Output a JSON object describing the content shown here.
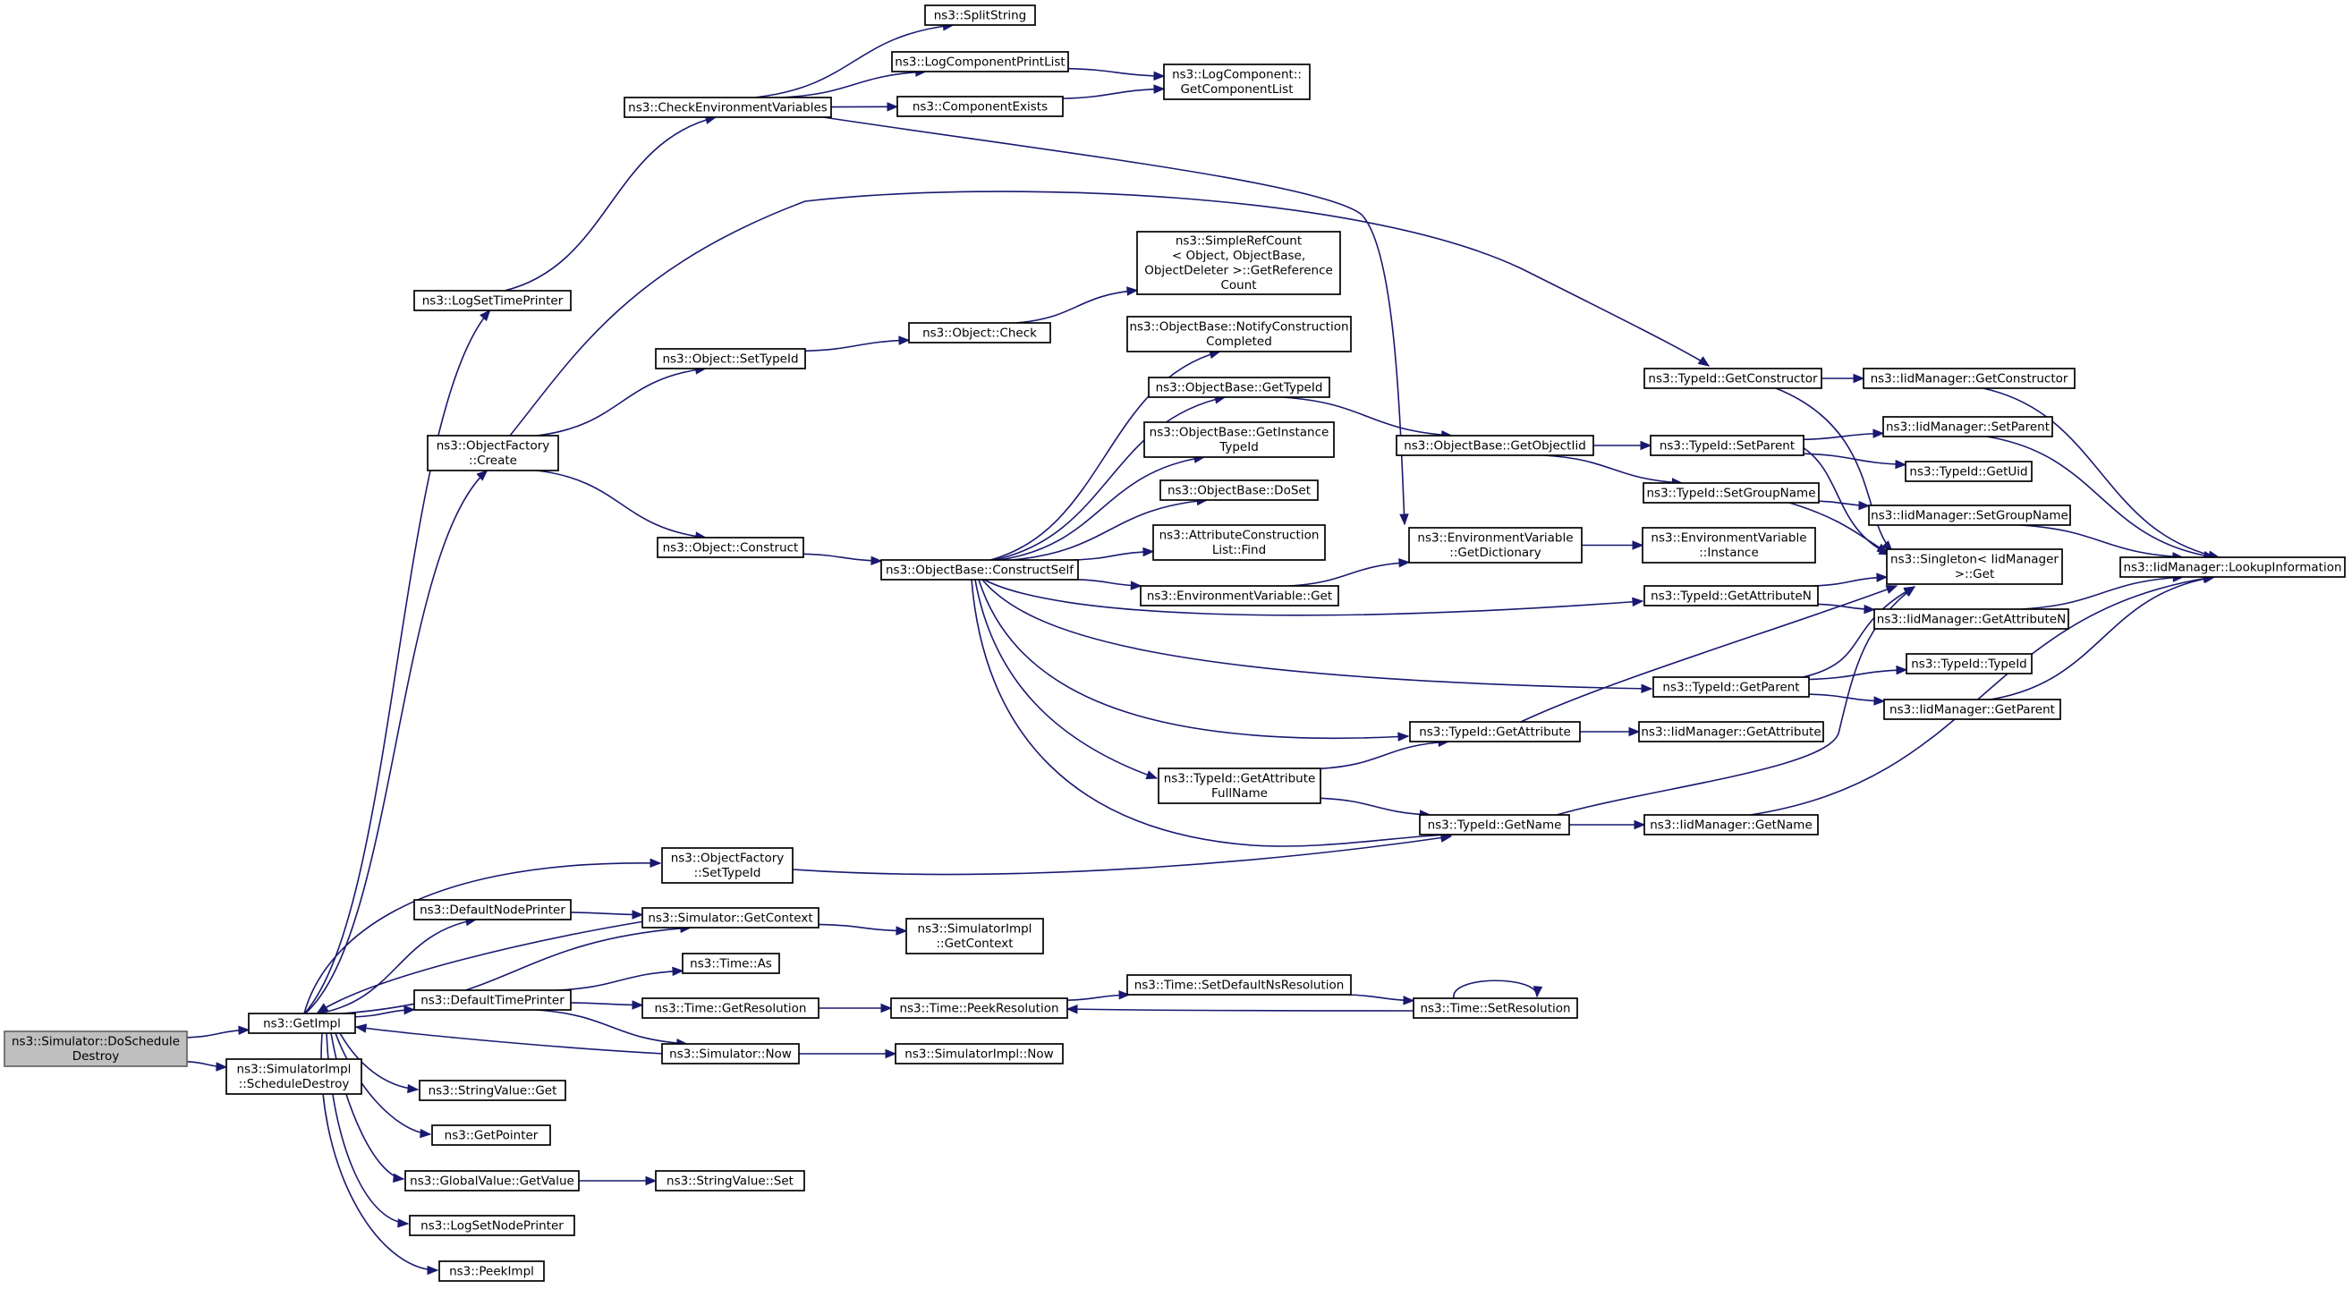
{
  "graph": {
    "type": "call-graph",
    "edge_color": "#191970",
    "root_fill": "#bfbfbf",
    "nodes": [
      {
        "id": "doschedule",
        "lines": [
          "ns3::Simulator::DoSchedule",
          "Destroy"
        ],
        "root": true
      },
      {
        "id": "getimpl",
        "lines": [
          "ns3::GetImpl"
        ]
      },
      {
        "id": "simimpl_scheduledestroy",
        "lines": [
          "ns3::SimulatorImpl",
          "::ScheduleDestroy"
        ]
      },
      {
        "id": "logsettimeprinter",
        "lines": [
          "ns3::LogSetTimePrinter"
        ]
      },
      {
        "id": "objectfactory_create",
        "lines": [
          "ns3::ObjectFactory",
          "::Create"
        ]
      },
      {
        "id": "objectfactory_settypeid",
        "lines": [
          "ns3::ObjectFactory",
          "::SetTypeId"
        ]
      },
      {
        "id": "defaultnodeprinter",
        "lines": [
          "ns3::DefaultNodePrinter"
        ]
      },
      {
        "id": "defaulttimeprinter",
        "lines": [
          "ns3::DefaultTimePrinter"
        ]
      },
      {
        "id": "stringvalue_get",
        "lines": [
          "ns3::StringValue::Get"
        ]
      },
      {
        "id": "getpointer",
        "lines": [
          "ns3::GetPointer"
        ]
      },
      {
        "id": "globalvalue_getvalue",
        "lines": [
          "ns3::GlobalValue::GetValue"
        ]
      },
      {
        "id": "logsetnodeprinter",
        "lines": [
          "ns3::LogSetNodePrinter"
        ]
      },
      {
        "id": "peekimpl",
        "lines": [
          "ns3::PeekImpl"
        ]
      },
      {
        "id": "checkenv",
        "lines": [
          "ns3::CheckEnvironmentVariables"
        ]
      },
      {
        "id": "splitstring",
        "lines": [
          "ns3::SplitString"
        ]
      },
      {
        "id": "logcomponentprintlist",
        "lines": [
          "ns3::LogComponentPrintList"
        ]
      },
      {
        "id": "componentexists",
        "lines": [
          "ns3::ComponentExists"
        ]
      },
      {
        "id": "logcomponent_getlist",
        "lines": [
          "ns3::LogComponent::",
          "GetComponentList"
        ]
      },
      {
        "id": "object_settypeid",
        "lines": [
          "ns3::Object::SetTypeId"
        ]
      },
      {
        "id": "object_check",
        "lines": [
          "ns3::Object::Check"
        ]
      },
      {
        "id": "simplerefcount",
        "lines": [
          "ns3::SimpleRefCount",
          "< Object, ObjectBase,",
          " ObjectDeleter >::GetReference",
          "Count"
        ]
      },
      {
        "id": "object_construct",
        "lines": [
          "ns3::Object::Construct"
        ]
      },
      {
        "id": "constructself",
        "lines": [
          "ns3::ObjectBase::ConstructSelf"
        ]
      },
      {
        "id": "notifyconstruction",
        "lines": [
          "ns3::ObjectBase::NotifyConstruction",
          "Completed"
        ]
      },
      {
        "id": "objectbase_gettypeid",
        "lines": [
          "ns3::ObjectBase::GetTypeId"
        ]
      },
      {
        "id": "getinstancetypeid",
        "lines": [
          "ns3::ObjectBase::GetInstance",
          "TypeId"
        ]
      },
      {
        "id": "doset",
        "lines": [
          "ns3::ObjectBase::DoSet"
        ]
      },
      {
        "id": "attrconstructionlist_find",
        "lines": [
          "ns3::AttributeConstruction",
          "List::Find"
        ]
      },
      {
        "id": "envvar_get",
        "lines": [
          "ns3::EnvironmentVariable::Get"
        ]
      },
      {
        "id": "envvar_getdictionary",
        "lines": [
          "ns3::EnvironmentVariable",
          "::GetDictionary"
        ]
      },
      {
        "id": "envvar_instance",
        "lines": [
          "ns3::EnvironmentVariable",
          "::Instance"
        ]
      },
      {
        "id": "getobjectiid",
        "lines": [
          "ns3::ObjectBase::GetObjectIid"
        ]
      },
      {
        "id": "typeid_getconstructor",
        "lines": [
          "ns3::TypeId::GetConstructor"
        ]
      },
      {
        "id": "iid_getconstructor",
        "lines": [
          "ns3::IidManager::GetConstructor"
        ]
      },
      {
        "id": "typeid_setparent",
        "lines": [
          "ns3::TypeId::SetParent"
        ]
      },
      {
        "id": "iid_setparent",
        "lines": [
          "ns3::IidManager::SetParent"
        ]
      },
      {
        "id": "typeid_getuid",
        "lines": [
          "ns3::TypeId::GetUid"
        ]
      },
      {
        "id": "typeid_setgroupname",
        "lines": [
          "ns3::TypeId::SetGroupName"
        ]
      },
      {
        "id": "iid_setgroupname",
        "lines": [
          "ns3::IidManager::SetGroupName"
        ]
      },
      {
        "id": "singleton_get",
        "lines": [
          "ns3::Singleton< IidManager",
          " >::Get"
        ]
      },
      {
        "id": "iid_lookupinformation",
        "lines": [
          "ns3::IidManager::LookupInformation"
        ]
      },
      {
        "id": "typeid_getattributen",
        "lines": [
          "ns3::TypeId::GetAttributeN"
        ]
      },
      {
        "id": "iid_getattributen",
        "lines": [
          "ns3::IidManager::GetAttributeN"
        ]
      },
      {
        "id": "typeid_getparent",
        "lines": [
          "ns3::TypeId::GetParent"
        ]
      },
      {
        "id": "typeid_typeid",
        "lines": [
          "ns3::TypeId::TypeId"
        ]
      },
      {
        "id": "iid_getparent",
        "lines": [
          "ns3::IidManager::GetParent"
        ]
      },
      {
        "id": "typeid_getattribute",
        "lines": [
          "ns3::TypeId::GetAttribute"
        ]
      },
      {
        "id": "iid_getattribute",
        "lines": [
          "ns3::IidManager::GetAttribute"
        ]
      },
      {
        "id": "typeid_getattributefullname",
        "lines": [
          "ns3::TypeId::GetAttribute",
          "FullName"
        ]
      },
      {
        "id": "typeid_getname",
        "lines": [
          "ns3::TypeId::GetName"
        ]
      },
      {
        "id": "iid_getname",
        "lines": [
          "ns3::IidManager::GetName"
        ]
      },
      {
        "id": "simulator_getcontext",
        "lines": [
          "ns3::Simulator::GetContext"
        ]
      },
      {
        "id": "simimpl_getcontext",
        "lines": [
          "ns3::SimulatorImpl",
          "::GetContext"
        ]
      },
      {
        "id": "time_as",
        "lines": [
          "ns3::Time::As"
        ]
      },
      {
        "id": "time_getresolution",
        "lines": [
          "ns3::Time::GetResolution"
        ]
      },
      {
        "id": "time_peekresolution",
        "lines": [
          "ns3::Time::PeekResolution"
        ]
      },
      {
        "id": "time_setdefaultnsresolution",
        "lines": [
          "ns3::Time::SetDefaultNsResolution"
        ]
      },
      {
        "id": "time_setresolution",
        "lines": [
          "ns3::Time::SetResolution"
        ]
      },
      {
        "id": "simulator_now",
        "lines": [
          "ns3::Simulator::Now"
        ]
      },
      {
        "id": "simimpl_now",
        "lines": [
          "ns3::SimulatorImpl::Now"
        ]
      },
      {
        "id": "stringvalue_set",
        "lines": [
          "ns3::StringValue::Set"
        ]
      }
    ],
    "edges": [
      [
        "doschedule",
        "getimpl"
      ],
      [
        "doschedule",
        "simimpl_scheduledestroy"
      ],
      [
        "getimpl",
        "logsettimeprinter"
      ],
      [
        "getimpl",
        "objectfactory_create"
      ],
      [
        "getimpl",
        "objectfactory_settypeid"
      ],
      [
        "getimpl",
        "defaultnodeprinter"
      ],
      [
        "getimpl",
        "simulator_getcontext"
      ],
      [
        "getimpl",
        "defaulttimeprinter"
      ],
      [
        "getimpl",
        "stringvalue_get"
      ],
      [
        "getimpl",
        "getpointer"
      ],
      [
        "getimpl",
        "globalvalue_getvalue"
      ],
      [
        "getimpl",
        "logsetnodeprinter"
      ],
      [
        "getimpl",
        "peekimpl"
      ],
      [
        "logsettimeprinter",
        "checkenv"
      ],
      [
        "checkenv",
        "splitstring"
      ],
      [
        "checkenv",
        "logcomponentprintlist"
      ],
      [
        "checkenv",
        "componentexists"
      ],
      [
        "checkenv",
        "envvar_getdictionary"
      ],
      [
        "logcomponentprintlist",
        "logcomponent_getlist"
      ],
      [
        "componentexists",
        "logcomponent_getlist"
      ],
      [
        "objectfactory_create",
        "typeid_getconstructor"
      ],
      [
        "objectfactory_create",
        "object_settypeid"
      ],
      [
        "objectfactory_create",
        "object_construct"
      ],
      [
        "object_settypeid",
        "object_check"
      ],
      [
        "object_check",
        "simplerefcount"
      ],
      [
        "object_construct",
        "constructself"
      ],
      [
        "constructself",
        "notifyconstruction"
      ],
      [
        "constructself",
        "objectbase_gettypeid"
      ],
      [
        "constructself",
        "getinstancetypeid"
      ],
      [
        "constructself",
        "doset"
      ],
      [
        "constructself",
        "attrconstructionlist_find"
      ],
      [
        "constructself",
        "envvar_get"
      ],
      [
        "constructself",
        "typeid_getattributen"
      ],
      [
        "constructself",
        "typeid_getparent"
      ],
      [
        "constructself",
        "typeid_getattribute"
      ],
      [
        "constructself",
        "typeid_getattributefullname"
      ],
      [
        "constructself",
        "typeid_getname"
      ],
      [
        "envvar_get",
        "envvar_getdictionary"
      ],
      [
        "envvar_getdictionary",
        "envvar_instance"
      ],
      [
        "objectbase_gettypeid",
        "getobjectiid"
      ],
      [
        "getobjectiid",
        "typeid_setparent"
      ],
      [
        "getobjectiid",
        "typeid_setgroupname"
      ],
      [
        "typeid_getconstructor",
        "iid_getconstructor"
      ],
      [
        "typeid_getconstructor",
        "singleton_get"
      ],
      [
        "typeid_setparent",
        "iid_setparent"
      ],
      [
        "typeid_setparent",
        "typeid_getuid"
      ],
      [
        "typeid_setparent",
        "singleton_get"
      ],
      [
        "typeid_setgroupname",
        "iid_setgroupname"
      ],
      [
        "typeid_setgroupname",
        "singleton_get"
      ],
      [
        "iid_getconstructor",
        "iid_lookupinformation"
      ],
      [
        "iid_setparent",
        "iid_lookupinformation"
      ],
      [
        "iid_setgroupname",
        "iid_lookupinformation"
      ],
      [
        "iid_getattributen",
        "iid_lookupinformation"
      ],
      [
        "iid_getparent",
        "iid_lookupinformation"
      ],
      [
        "iid_getname",
        "iid_lookupinformation"
      ],
      [
        "typeid_getattributen",
        "singleton_get"
      ],
      [
        "typeid_getattributen",
        "iid_getattributen"
      ],
      [
        "typeid_getparent",
        "singleton_get"
      ],
      [
        "typeid_getparent",
        "typeid_typeid"
      ],
      [
        "typeid_getparent",
        "iid_getparent"
      ],
      [
        "typeid_getattribute",
        "singleton_get"
      ],
      [
        "typeid_getattribute",
        "iid_getattribute"
      ],
      [
        "typeid_getattributefullname",
        "typeid_getattribute"
      ],
      [
        "typeid_getattributefullname",
        "typeid_getname"
      ],
      [
        "typeid_getname",
        "singleton_get"
      ],
      [
        "typeid_getname",
        "iid_getname"
      ],
      [
        "objectfactory_settypeid",
        "typeid_getname"
      ],
      [
        "defaultnodeprinter",
        "simulator_getcontext"
      ],
      [
        "simulator_getcontext",
        "getimpl"
      ],
      [
        "simulator_getcontext",
        "simimpl_getcontext"
      ],
      [
        "defaulttimeprinter",
        "time_as"
      ],
      [
        "defaulttimeprinter",
        "time_getresolution"
      ],
      [
        "defaulttimeprinter",
        "simulator_now"
      ],
      [
        "time_getresolution",
        "time_peekresolution"
      ],
      [
        "time_peekresolution",
        "time_setdefaultnsresolution"
      ],
      [
        "time_setdefaultnsresolution",
        "time_setresolution"
      ],
      [
        "time_setresolution",
        "time_peekresolution"
      ],
      [
        "time_setresolution",
        "time_setresolution"
      ],
      [
        "simulator_now",
        "getimpl"
      ],
      [
        "simulator_now",
        "simimpl_now"
      ],
      [
        "globalvalue_getvalue",
        "stringvalue_set"
      ]
    ]
  }
}
